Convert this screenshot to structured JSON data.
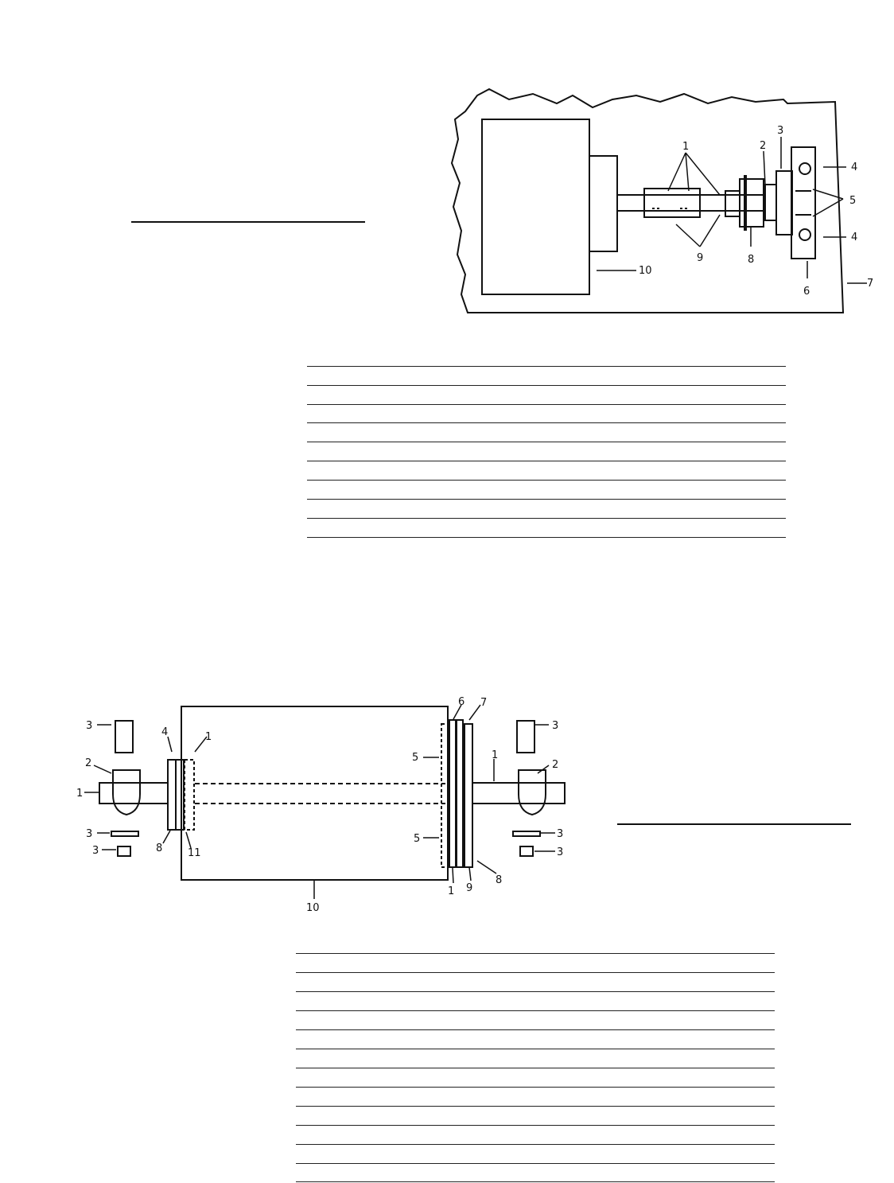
{
  "figure_top": {
    "callouts": [
      "1",
      "2",
      "3",
      "4",
      "5",
      "4",
      "6",
      "7",
      "8",
      "9",
      "10"
    ]
  },
  "table_top": {
    "row_count": 10
  },
  "figure_bottom": {
    "callouts": [
      "3",
      "4",
      "1",
      "2",
      "1",
      "3",
      "3",
      "8",
      "11",
      "10",
      "6",
      "7",
      "3",
      "5",
      "1",
      "2",
      "5",
      "3",
      "3",
      "1",
      "9",
      "8"
    ]
  },
  "table_bottom": {
    "row_count": 13
  }
}
